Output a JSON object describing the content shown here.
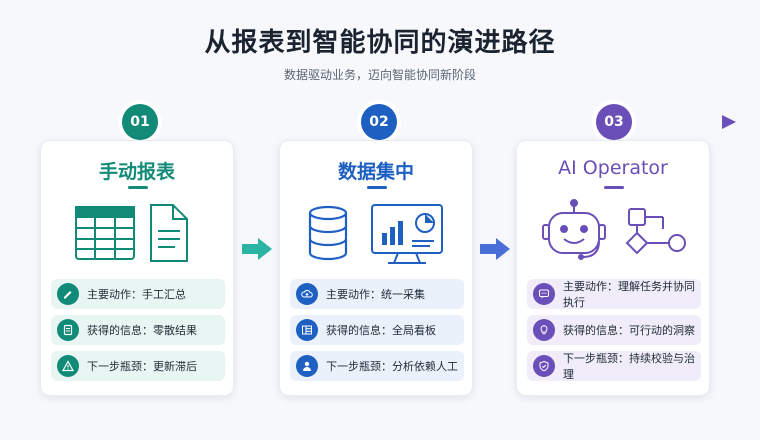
{
  "header": {
    "title": "从报表到智能协同的演进路径",
    "subtitle": "数据驱动业务，迈向智能协同新阶段"
  },
  "colors": {
    "green": "#128a78",
    "blue": "#1e5fc2",
    "purple": "#6a4fb8"
  },
  "stages": [
    {
      "number": "01",
      "title": "手动报表",
      "icons": [
        "spreadsheet-icon",
        "document-icon"
      ],
      "rows": [
        {
          "icon": "hand-pen-icon",
          "text": "主要动作：手工汇总"
        },
        {
          "icon": "document-list-icon",
          "text": "获得的信息：零散结果"
        },
        {
          "icon": "warning-icon",
          "text": "下一步瓶颈：更新滞后"
        }
      ]
    },
    {
      "number": "02",
      "title": "数据集中",
      "icons": [
        "database-icon",
        "dashboard-monitor-icon"
      ],
      "rows": [
        {
          "icon": "cloud-upload-icon",
          "text": "主要动作：统一采集"
        },
        {
          "icon": "grid-board-icon",
          "text": "获得的信息：全局看板"
        },
        {
          "icon": "person-icon",
          "text": "下一步瓶颈：分析依赖人工"
        }
      ]
    },
    {
      "number": "03",
      "title": "AI Operator",
      "icons": [
        "robot-icon",
        "workflow-icon"
      ],
      "rows": [
        {
          "icon": "chat-icon",
          "text": "主要动作：理解任务并协同执行"
        },
        {
          "icon": "lightbulb-icon",
          "text": "获得的信息：可行动的洞察"
        },
        {
          "icon": "shield-check-icon",
          "text": "下一步瓶颈：持续校验与治理"
        }
      ]
    }
  ]
}
